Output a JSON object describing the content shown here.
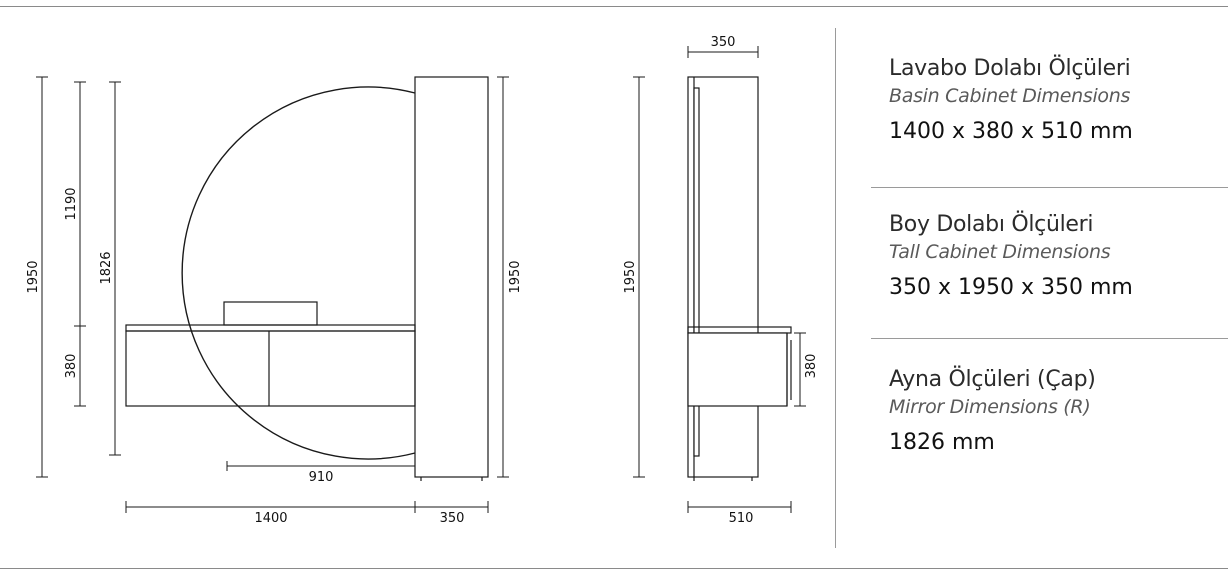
{
  "drawing": {
    "front_view": {
      "dim_total_height_left": "1950",
      "dim_mirror_top": "1190",
      "dim_mirror_diameter": "1826",
      "dim_basin_height": "380",
      "dim_mirror_offset": "910",
      "dim_basin_width": "1400",
      "dim_tall_width": "350",
      "dim_total_height_right": "1950"
    },
    "side_view": {
      "dim_top_depth": "350",
      "dim_height": "1950",
      "dim_basin_height": "380",
      "dim_bottom_depth": "510"
    }
  },
  "specs": [
    {
      "title_tr": "Lavabo Dolabı Ölçüleri",
      "title_en": "Basin Cabinet Dimensions",
      "value": "1400 x 380 x 510 mm"
    },
    {
      "title_tr": "Boy Dolabı Ölçüleri",
      "title_en": "Tall Cabinet Dimensions",
      "value": "350 x 1950 x 350 mm"
    },
    {
      "title_tr": "Ayna Ölçüleri (Çap)",
      "title_en": "Mirror Dimensions (R)",
      "value": "1826 mm"
    }
  ]
}
